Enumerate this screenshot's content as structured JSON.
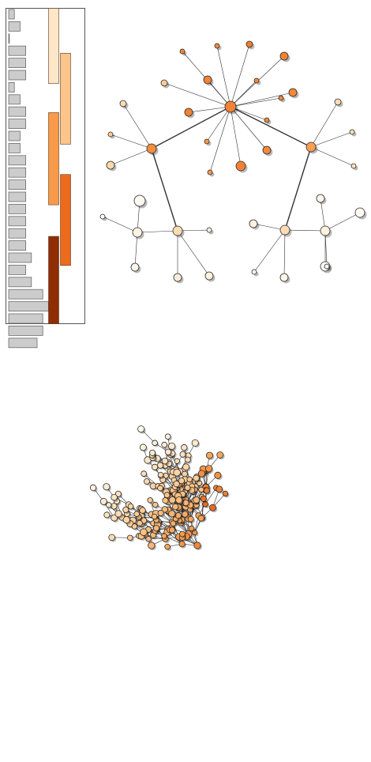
{
  "palette": {
    "ramp": [
      "#ffffff",
      "#fde7c8",
      "#fcc58a",
      "#f79a4a",
      "#ec6a1c",
      "#c94708",
      "#8f2d04"
    ],
    "histogram_fill": "#cccccc",
    "histogram_stroke": "#6b6b6b",
    "edge": "#333333",
    "node_stroke": "#2a2a2a"
  },
  "histogram": {
    "bar_values": [
      1,
      2,
      0,
      3,
      3,
      3,
      1,
      2,
      3,
      3,
      2,
      2,
      3,
      3,
      3,
      3,
      3,
      3,
      3,
      3,
      4,
      3,
      4,
      6,
      7,
      6,
      6,
      5
    ],
    "range_bars": [
      {
        "column": 0,
        "start": 0,
        "end": 6.2,
        "color_level": 1
      },
      {
        "column": 1,
        "start": 3.7,
        "end": 11.2,
        "color_level": 2
      },
      {
        "column": 0,
        "start": 8.6,
        "end": 16.2,
        "color_level": 3
      },
      {
        "column": 1,
        "start": 13.7,
        "end": 21.2,
        "color_level": 4
      },
      {
        "column": 0,
        "start": 18.8,
        "end": 26,
        "color_level": 6
      }
    ],
    "max_level": 26
  },
  "radial_tree": {
    "nodes": [
      {
        "id": "hub",
        "level": 0.58,
        "r": 7
      },
      {
        "id": "ring_a",
        "level": 0.54,
        "r": 6
      },
      {
        "id": "ring_b",
        "level": 0.48,
        "r": 6
      },
      {
        "id": "left_sub",
        "level": 0.22,
        "r": 6
      },
      {
        "id": "right_sub",
        "level": 0.22,
        "r": 6
      },
      {
        "id": "leaf_1",
        "level": 0.6,
        "r": 4
      },
      {
        "id": "leaf_2",
        "level": 0.5,
        "r": 3
      },
      {
        "id": "leaf_3",
        "level": 0.5,
        "r": 3
      },
      {
        "id": "leaf_4",
        "level": 0.58,
        "r": 6
      },
      {
        "id": "leaf_5",
        "level": 0.56,
        "r": 5
      },
      {
        "id": "leaf_6",
        "level": 0.58,
        "r": 5
      },
      {
        "id": "leaf_7",
        "level": 0.3,
        "r": 4
      },
      {
        "id": "leaf_8",
        "level": 0.56,
        "r": 3
      },
      {
        "id": "leaf_9",
        "level": 0.56,
        "r": 3
      },
      {
        "id": "leaf_10",
        "level": 0.56,
        "r": 3
      },
      {
        "id": "leaf_11",
        "level": 0.56,
        "r": 3
      },
      {
        "id": "leaf_12",
        "level": 0.58,
        "r": 5
      },
      {
        "id": "leaf_13",
        "level": 0.56,
        "r": 3
      },
      {
        "id": "leaf_14",
        "level": 0.58,
        "r": 5
      },
      {
        "id": "leaf_15",
        "level": 0.56,
        "r": 5
      },
      {
        "id": "ring_a_leaf_1",
        "level": 0.22,
        "r": 4
      },
      {
        "id": "ring_a_leaf_2",
        "level": 0.3,
        "r": 3
      },
      {
        "id": "ring_a_leaf_3",
        "level": 0.24,
        "r": 5
      },
      {
        "id": "ring_b_leaf_1",
        "level": 0.22,
        "r": 4
      },
      {
        "id": "ring_b_leaf_2",
        "level": 0.2,
        "r": 3
      },
      {
        "id": "ring_b_leaf_3",
        "level": 0.2,
        "r": 3
      },
      {
        "id": "left_sub_left",
        "level": 0.08,
        "r": 6
      },
      {
        "id": "left_sub_mid",
        "level": 0.04,
        "r": 7
      },
      {
        "id": "left_sub_far",
        "level": 0.02,
        "r": 3
      },
      {
        "id": "left_sub_down_1",
        "level": 0.06,
        "r": 5
      },
      {
        "id": "left_sub_down_2",
        "level": 0.12,
        "r": 5
      },
      {
        "id": "left_sub_down_3",
        "level": 0.1,
        "r": 5
      },
      {
        "id": "left_sub_small",
        "level": 0.1,
        "r": 3
      },
      {
        "id": "right_sub_a",
        "level": 0.1,
        "r": 6
      },
      {
        "id": "right_sub_b",
        "level": 0.06,
        "r": 5
      },
      {
        "id": "right_sub_c",
        "level": 0.04,
        "r": 6
      },
      {
        "id": "right_sub_d",
        "level": 0.02,
        "r": 6
      },
      {
        "id": "right_sub_e",
        "level": 0.06,
        "r": 5
      },
      {
        "id": "right_sub_f",
        "level": 0.1,
        "r": 5
      },
      {
        "id": "right_sub_g",
        "level": 0.04,
        "r": 3
      },
      {
        "id": "right_sub_h",
        "level": 0.04,
        "r": 3
      }
    ],
    "edges": [
      [
        "hub",
        "ring_a"
      ],
      [
        "hub",
        "ring_b"
      ],
      [
        "ring_a",
        "left_sub"
      ],
      [
        "ring_b",
        "right_sub"
      ],
      [
        "hub",
        "leaf_1"
      ],
      [
        "hub",
        "leaf_2"
      ],
      [
        "hub",
        "leaf_3"
      ],
      [
        "hub",
        "leaf_4"
      ],
      [
        "hub",
        "leaf_5"
      ],
      [
        "hub",
        "leaf_6"
      ],
      [
        "hub",
        "leaf_7"
      ],
      [
        "hub",
        "leaf_8"
      ],
      [
        "hub",
        "leaf_9"
      ],
      [
        "hub",
        "leaf_10"
      ],
      [
        "hub",
        "leaf_11"
      ],
      [
        "hub",
        "leaf_12"
      ],
      [
        "hub",
        "leaf_13"
      ],
      [
        "hub",
        "leaf_14"
      ],
      [
        "hub",
        "leaf_15"
      ],
      [
        "ring_a",
        "ring_a_leaf_1"
      ],
      [
        "ring_a",
        "ring_a_leaf_2"
      ],
      [
        "ring_a",
        "ring_a_leaf_3"
      ],
      [
        "ring_b",
        "ring_b_leaf_1"
      ],
      [
        "ring_b",
        "ring_b_leaf_2"
      ],
      [
        "ring_b",
        "ring_b_leaf_3"
      ],
      [
        "left_sub",
        "left_sub_left"
      ],
      [
        "left_sub_left",
        "left_sub_mid"
      ],
      [
        "left_sub_left",
        "left_sub_far"
      ],
      [
        "left_sub_left",
        "left_sub_down_1"
      ],
      [
        "left_sub",
        "left_sub_down_2"
      ],
      [
        "left_sub",
        "left_sub_down_3"
      ],
      [
        "left_sub",
        "left_sub_small"
      ],
      [
        "right_sub",
        "right_sub_a"
      ],
      [
        "right_sub_a",
        "right_sub_b"
      ],
      [
        "right_sub_a",
        "right_sub_c"
      ],
      [
        "right_sub_a",
        "right_sub_d"
      ],
      [
        "right_sub",
        "right_sub_e"
      ],
      [
        "right_sub",
        "right_sub_f"
      ],
      [
        "right_sub",
        "right_sub_g"
      ],
      [
        "right_sub_a",
        "right_sub_h"
      ]
    ]
  },
  "large_tree": {
    "node_count": 236,
    "random_seed": 17,
    "level_band": [
      0.08,
      0.86
    ]
  }
}
